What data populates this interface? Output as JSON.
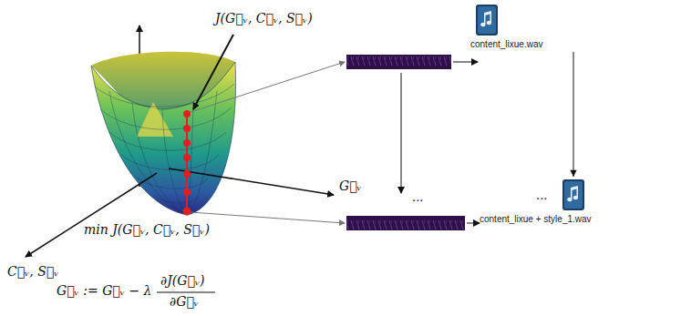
{
  "diagram": {
    "nodes": [
      {
        "text": [
          "content_lixue.wav"
        ]
      },
      {
        "text": [
          "content_lixue + style_1.wav"
        ]
      }
    ],
    "edges": [
      {
        "from": 0,
        "to": 1,
        "arrow": "to"
      }
    ],
    "labels": [
      "J(G⃗ᵥ, C⃗ᵥ, S⃗ᵥ)",
      "min J(G⃗ᵥ, C⃗ᵥ, S⃗ᵥ)",
      "G⃗ᵥ",
      "C⃗ᵥ, S⃗ᵥ",
      "G⃗ᵥ := G⃗ᵥ − λ",
      "∂J(G⃗ᵥ)",
      "∂G⃗ᵥ",
      "...",
      "..."
    ]
  }
}
